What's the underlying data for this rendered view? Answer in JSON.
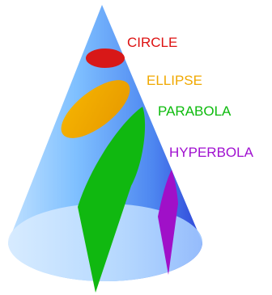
{
  "labels": {
    "circle": "CIRCLE",
    "ellipse": "ELLIPSE",
    "parabola": "PARABOLA",
    "hyperbola": "HYPERBOLA"
  },
  "colors": {
    "circle": "#dd1111",
    "ellipse": "#f0a800",
    "parabola": "#0dbb0d",
    "hyperbola": "#a010d0",
    "cone_light": "#cfe9ff",
    "cone_dark": "#3f64e8",
    "base_fill": "#c8e2ff"
  }
}
